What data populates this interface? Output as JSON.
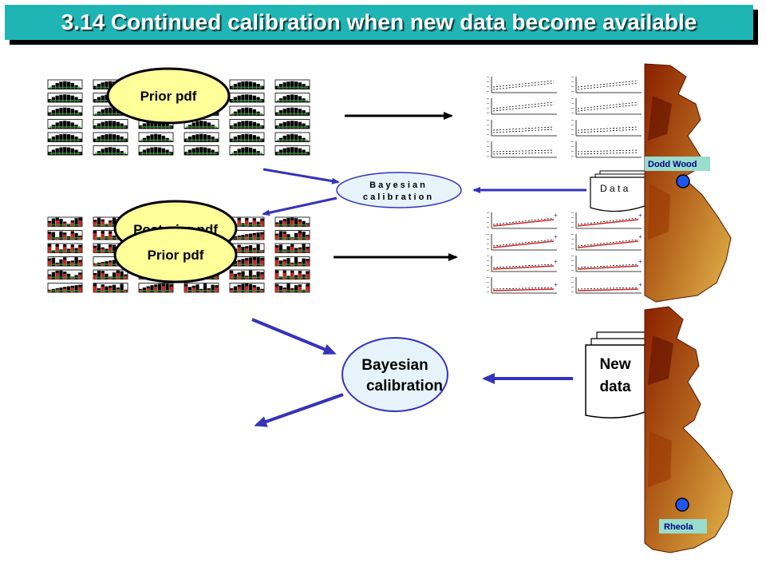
{
  "title": "3.14 Continued calibration when new data become available",
  "prior_pdf_label": "Prior pdf",
  "posterior_pdf_label": "Posterior pdf",
  "prior_pdf_label_2": "Prior pdf",
  "bayesian_small_line1": "B a y e s i a n",
  "bayesian_small_line2": "c a l i b r a t i o n",
  "data_doc_label": "D a t a",
  "bayesian_big_line1": "Bayesian",
  "bayesian_big_line2": "calibration",
  "new_data_line1": "New",
  "new_data_line2": "data",
  "site_top": "Dodd Wood",
  "site_bottom": "Rheola",
  "colors": {
    "title_bg": "#1fb5b5",
    "ellipse_yellow": "#ffff99",
    "ellipse_blue_fill": "#e6f3fb",
    "arrow_blue": "#3333bb",
    "map_dark": "#7a1a00",
    "map_light": "#d9a83a",
    "label_bg": "#99ddcc"
  }
}
